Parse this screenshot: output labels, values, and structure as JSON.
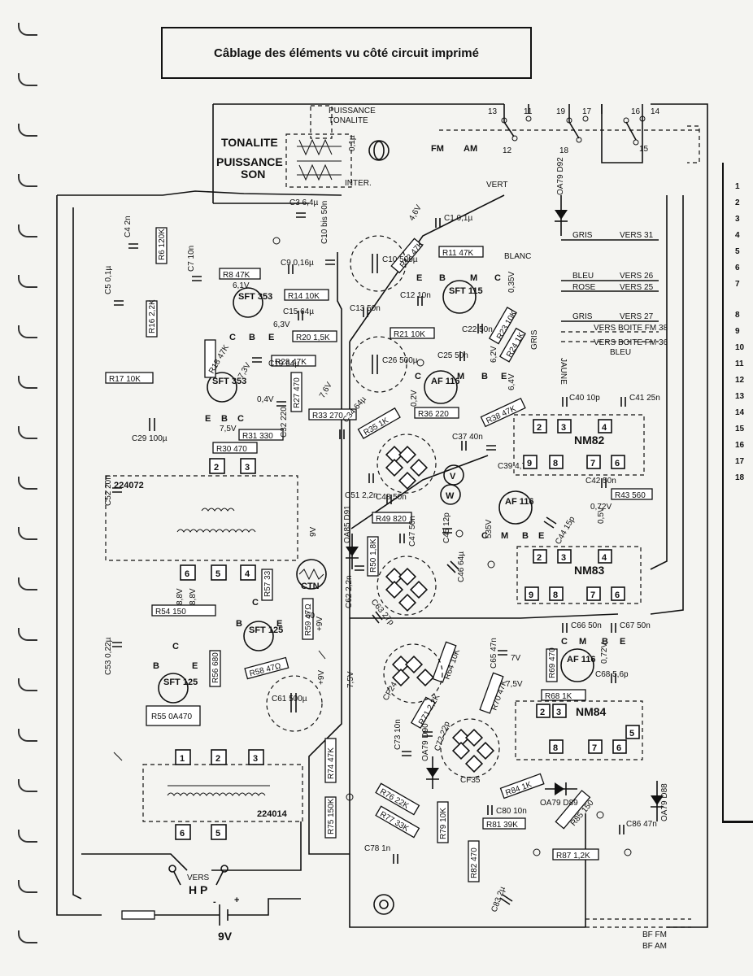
{
  "title": "Câblage des éléments vu côté circuit imprimé",
  "controls": {
    "puissance_tonalite": "PUISSANCE TONALITE",
    "tonalite": "TONALITE",
    "puissance_son": "PUISSANCE SON",
    "inter": "INTER.",
    "fm": "FM",
    "am": "AM",
    "vert": "VERT"
  },
  "switch_terminals": [
    "13",
    "11",
    "12",
    "19",
    "17",
    "18",
    "16",
    "14",
    "15"
  ],
  "wire_labels": [
    {
      "color": "GRIS",
      "dest": "VERS 31"
    },
    {
      "color": "BLEU",
      "dest": "VERS 26"
    },
    {
      "color": "ROSE",
      "dest": "VERS 25"
    },
    {
      "color": "GRIS",
      "dest": "VERS 27"
    },
    {
      "color": "",
      "dest": "VERS BOITE FM 38"
    },
    {
      "color": "",
      "dest": "VERS BOITE FM 36"
    },
    {
      "color": "BLEU",
      "dest": ""
    },
    {
      "color": "BLANC",
      "dest": ""
    },
    {
      "color": "JAUNE",
      "dest": ""
    },
    {
      "color": "GRIS",
      "dest": ""
    }
  ],
  "transistors": [
    {
      "name": "SFT 353",
      "pins": [
        "C",
        "B",
        "E"
      ]
    },
    {
      "name": "SFT 353",
      "pins": [
        "E",
        "B",
        "C"
      ]
    },
    {
      "name": "SFT 115",
      "pins": [
        "E",
        "B",
        "M",
        "C"
      ]
    },
    {
      "name": "AF 116",
      "pins": [
        "C",
        "M",
        "B",
        "E"
      ]
    },
    {
      "name": "AF 116",
      "pins": [
        "C",
        "M",
        "B",
        "E"
      ]
    },
    {
      "name": "AF 116",
      "pins": [
        "C",
        "M",
        "B",
        "E"
      ]
    },
    {
      "name": "SFT 125",
      "pins": [
        "C",
        "B",
        "E"
      ]
    },
    {
      "name": "SFT 125",
      "pins": [
        "B",
        "C",
        "E"
      ]
    }
  ],
  "resistors": [
    "R8 47K",
    "R14 10K",
    "R20 1,5K",
    "R28 47K",
    "R27 470",
    "R17 10K",
    "R18 47K",
    "R31 330",
    "R30 470",
    "R33 270",
    "R35 1K",
    "R36 220",
    "R38 47K",
    "R21 10K",
    "R11 47K",
    "R12 47K",
    "R23 10K",
    "R24 1K",
    "R43 560",
    "R49 820",
    "R50 1,8K",
    "R54 150",
    "R57 33",
    "R59 47Ω",
    "R58 47Ω",
    "R56 680",
    "R55 0A470",
    "R6 120K",
    "R16 2,2K",
    "R68 1K",
    "R69 470",
    "R70 47K",
    "R71 2,2K",
    "R64 10K",
    "R74 47K",
    "R75 150K",
    "R76 22K",
    "R77 33K",
    "R79 10K",
    "R81 39K",
    "R82 470",
    "R84 1K",
    "R85 150",
    "R87 1,2K"
  ],
  "capacitors": [
    "C1 0,1µ",
    "C3 6,4µ",
    "C4 2n",
    "C5 0,1µ",
    "C7 10n",
    "C9 0,16µ",
    "C10 bis 50n",
    "C10 500µ",
    "C12 10n",
    "C13 50n",
    "C15 64µ",
    "C19 64µ",
    "C22 50n",
    "C25 50n",
    "C26 500µ",
    "C29 100µ",
    "C32 220",
    "C34 64µ",
    "C37 40n",
    "C39 4,7n",
    "C40 10p",
    "C41 25n",
    "C42 50n",
    "C44 15p",
    "C45 12p",
    "C46 64µ",
    "C47 50n",
    "C48 50n",
    "C51 2,2n",
    "C52 20n",
    "C53 0,22µ",
    "C61 500µ",
    "C62 2,2n",
    "C63 27p",
    "C65 47n",
    "C66 50n",
    "C67 50n",
    "C68 5,6p",
    "C72 22p",
    "C73 10n",
    "C78 1n",
    "C80 10n",
    "C83 2µ",
    "C86 47n"
  ],
  "diodes": [
    "OA79 D92",
    "OA85 D91",
    "OA79 D90",
    "OA79 D89",
    "OA79 D88"
  ],
  "transformers": [
    "224072",
    "224014",
    "NM82",
    "NM83",
    "NM84",
    "CF24",
    "CF35"
  ],
  "thermistor": "CTN",
  "voltages": [
    "4,6V",
    "6,1V",
    "6,3V",
    "7,5V",
    "7,3V",
    "0,4V",
    "7,6V",
    "9V",
    "+9V",
    "8,8V",
    "0,2V",
    "0,35V",
    "6,4V",
    "6,2V",
    "0,72V",
    "0,5V",
    "7V",
    "0,72V",
    "7,5V"
  ],
  "outputs": {
    "hp": "VERS HP",
    "battery": "9V",
    "bf_fm": "BF FM",
    "bf_am": "BF AM",
    "v": "V",
    "w": "W"
  },
  "right_list": [
    "1",
    "2",
    "3",
    "4",
    "5",
    "6",
    "7",
    "8",
    "9",
    "10",
    "11",
    "12",
    "13",
    "14",
    "15",
    "16",
    "17",
    "18"
  ]
}
